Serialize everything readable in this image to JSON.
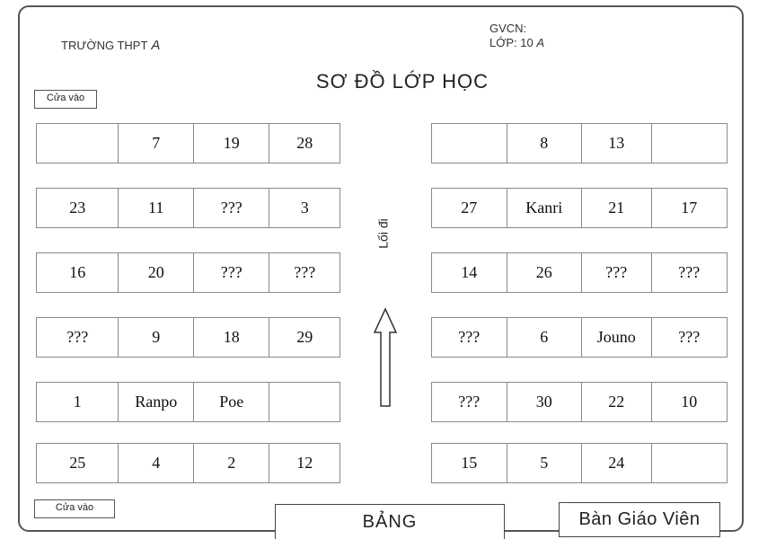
{
  "header": {
    "school_prefix": "TRƯỜNG THPT",
    "school_letter": "A",
    "teacher_label": "GVCN:",
    "class_prefix": "LỚP: 10",
    "class_letter": "A",
    "title": "SƠ ĐỒ LỚP HỌC"
  },
  "doors": {
    "top": "Cửa vào",
    "bottom": "Cửa vào"
  },
  "aisle": {
    "label": "Lối đi",
    "arrow_icon": "up-arrow-icon"
  },
  "left_rows": [
    [
      "",
      "7",
      "19",
      "28"
    ],
    [
      "23",
      "11",
      "???",
      "3"
    ],
    [
      "16",
      "20",
      "???",
      "???"
    ],
    [
      "???",
      "9",
      "18",
      "29"
    ],
    [
      "1",
      "Ranpo",
      "Poe",
      ""
    ],
    [
      "25",
      "4",
      "2",
      "12"
    ]
  ],
  "right_rows": [
    [
      "",
      "8",
      "13",
      ""
    ],
    [
      "27",
      "Kanri",
      "21",
      "17"
    ],
    [
      "14",
      "26",
      "???",
      "???"
    ],
    [
      "???",
      "6",
      "Jouno",
      "???"
    ],
    [
      "???",
      "30",
      "22",
      "10"
    ],
    [
      "15",
      "5",
      "24",
      ""
    ]
  ],
  "board": "BẢNG",
  "teacher_desk": "Bàn Giáo Viên"
}
